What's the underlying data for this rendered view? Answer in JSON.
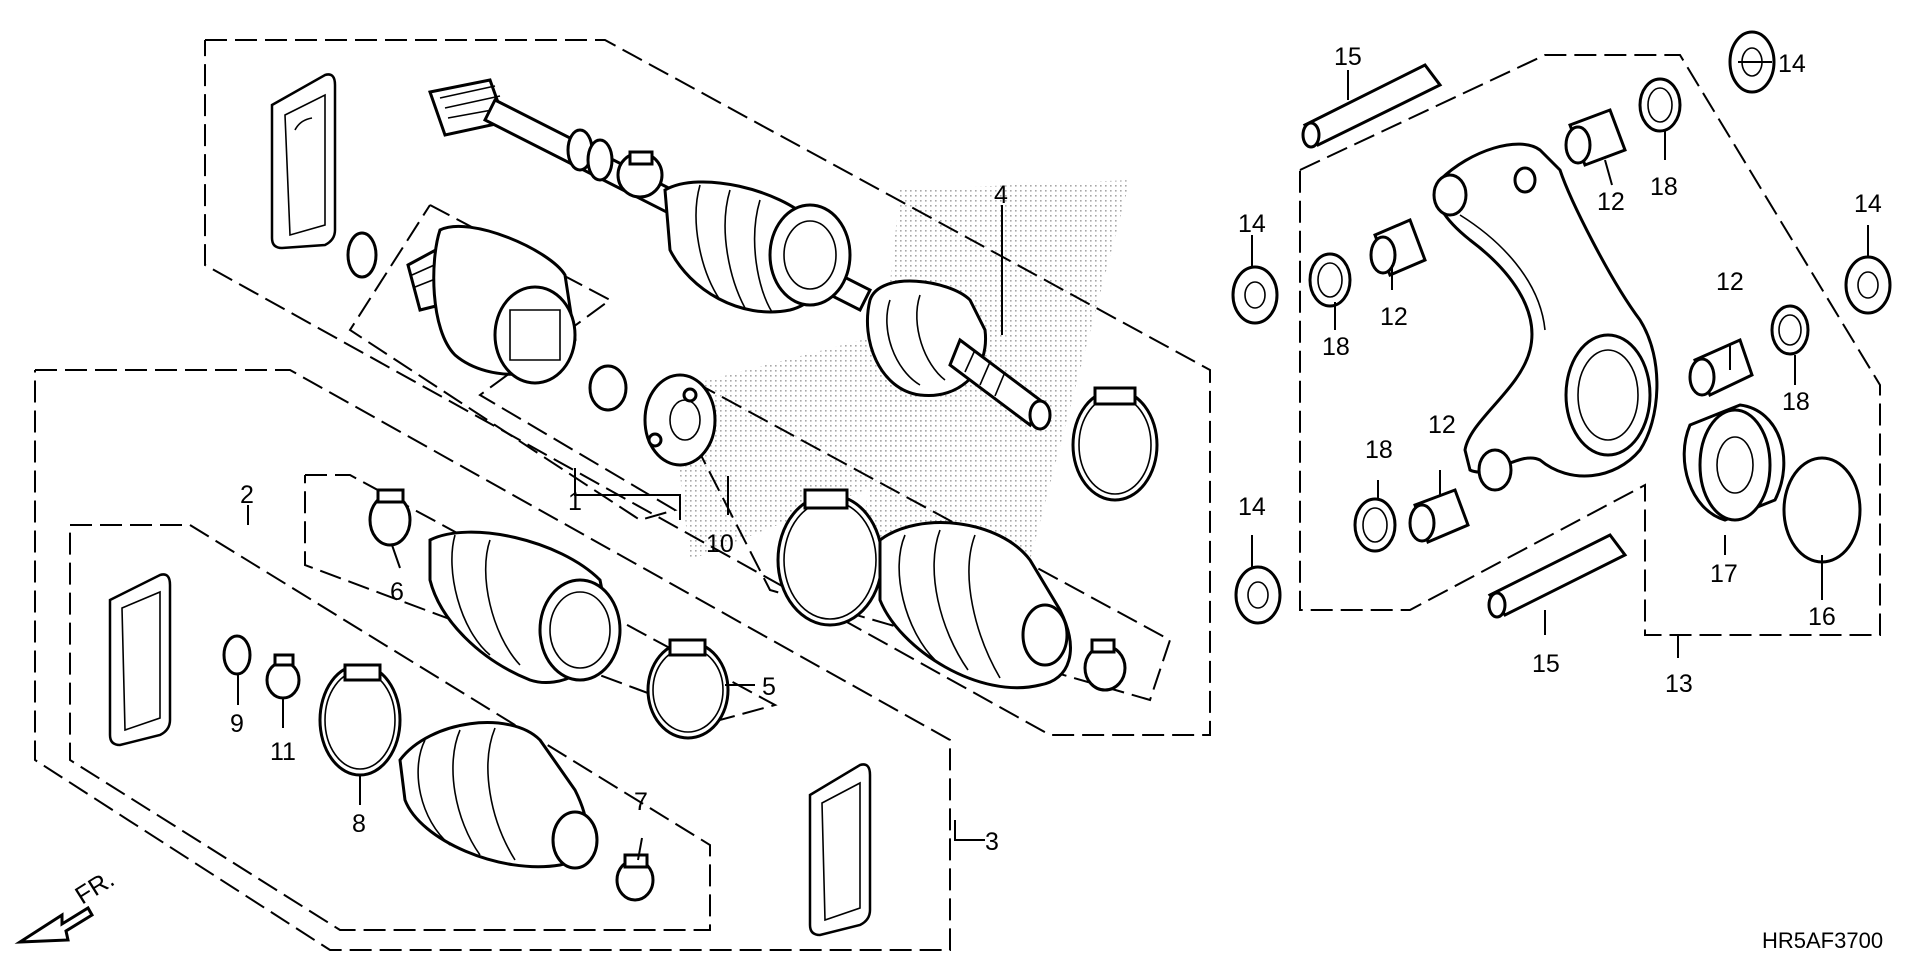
{
  "diagram": {
    "code": "HR5AF3700",
    "direction_label": "FR.",
    "callouts": {
      "c1": "1",
      "c2": "2",
      "c3": "3",
      "c4": "4",
      "c5": "5",
      "c6": "6",
      "c7": "7",
      "c8": "8",
      "c9": "9",
      "c10": "10",
      "c11": "11",
      "c12a": "12",
      "c12b": "12",
      "c12c": "12",
      "c12d": "12",
      "c13": "13",
      "c14a": "14",
      "c14b": "14",
      "c14c": "14",
      "c14d": "14",
      "c15a": "15",
      "c15b": "15",
      "c16": "16",
      "c17": "17",
      "c18a": "18",
      "c18b": "18",
      "c18c": "18",
      "c18d": "18"
    }
  }
}
